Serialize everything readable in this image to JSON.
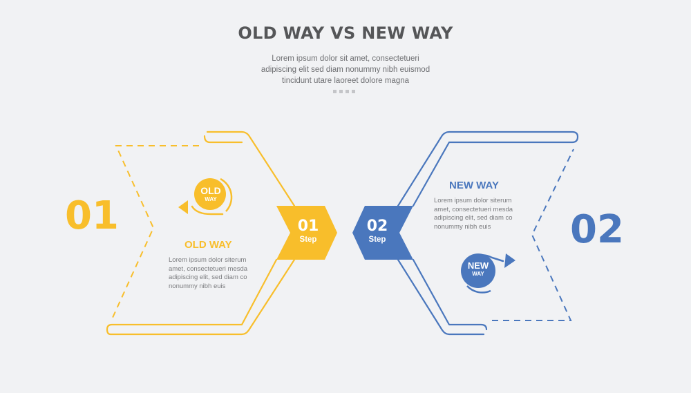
{
  "header": {
    "title": "OLD WAY VS NEW WAY",
    "subtitle_lines": [
      "Lorem ipsum dolor sit amet, consectetueri",
      "adipiscing elit sed diam nonummy nibh euismod",
      "tincidunt utare laoreet dolore magna"
    ]
  },
  "colors": {
    "old": "#f8be2b",
    "new": "#4a77bd",
    "background": "#f1f2f4",
    "text": "#555658"
  },
  "old_way": {
    "number": "01",
    "step_number": "01",
    "step_label": "Step",
    "heading": "OLD WAY",
    "icon": {
      "name": "rewind-arrow-icon",
      "title": "OLD",
      "caption": "WAY"
    },
    "body_lines": [
      "Lorem ipsum dolor siterum",
      "amet, consectetueri mesda",
      "adipiscing elit, sed diam co",
      "nonummy nibh euis"
    ]
  },
  "new_way": {
    "number": "02",
    "step_number": "02",
    "step_label": "Step",
    "heading": "NEW WAY",
    "icon": {
      "name": "forward-arrow-icon",
      "title": "NEW",
      "caption": "WAY"
    },
    "body_lines": [
      "Lorem ipsum dolor siterum",
      "amet, consectetueri mesda",
      "adipiscing elit, sed diam co",
      "nonummy nibh euis"
    ]
  }
}
